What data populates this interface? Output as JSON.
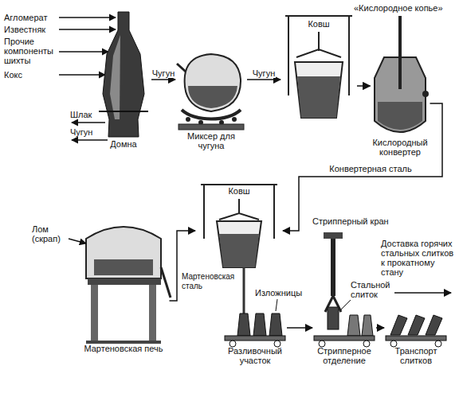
{
  "diagram": {
    "nodes": [
      {
        "text": [
          "Домна"
        ]
      },
      {
        "text": [
          "Миксер для чугуна"
        ]
      },
      {
        "text": [
          "Ковш"
        ]
      },
      {
        "text": [
          "Кислородный конвертер"
        ]
      },
      {
        "text": [
          "Мартеновская печь"
        ]
      },
      {
        "text": [
          "Ковш"
        ]
      },
      {
        "text": [
          "Разливочный участок"
        ]
      },
      {
        "text": [
          "Стрипперное отделение"
        ]
      },
      {
        "text": [
          "Транспорт слитков"
        ]
      }
    ],
    "edges": [
      {
        "from": 0,
        "to": 1,
        "label": "Чугун",
        "arrow": "to"
      },
      {
        "from": 1,
        "to": 2,
        "label": "Чугун",
        "arrow": "to"
      },
      {
        "from": 2,
        "to": 3,
        "arrow": "to"
      },
      {
        "from": 3,
        "to": 5,
        "label": "Конвертерная сталь",
        "arrow": "to"
      },
      {
        "from": 4,
        "to": 5,
        "label": "Мартеновская сталь",
        "arrow": "to"
      },
      {
        "from": 6,
        "to": 7,
        "arrow": "to"
      },
      {
        "from": 7,
        "to": 8,
        "arrow": "to"
      }
    ],
    "labels": [
      "Агломерат",
      "Известняк",
      "Прочие компоненты шихты",
      "Кокс",
      "Шлак",
      "Чугун",
      "«Кислородное копье»",
      "Лом (скрап)",
      "Изложницы",
      "Стрипперный кран",
      "Стальной слиток",
      "Доставка горячих стальных слитков к прокатному стану"
    ]
  }
}
